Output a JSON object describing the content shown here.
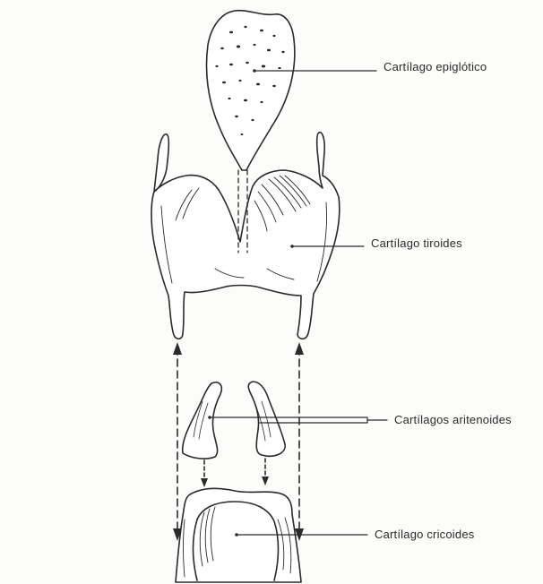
{
  "labels": {
    "epiglottic": "Cartílago epiglótico",
    "thyroid": "Cartílago tiroides",
    "arytenoid": "Cartílagos aritenoides",
    "cricoid": "Cartílago cricoides"
  },
  "colors": {
    "ink": "#2a2a2a",
    "paper": "#fcfcfa",
    "cartilage_fill": "#ffffff"
  }
}
